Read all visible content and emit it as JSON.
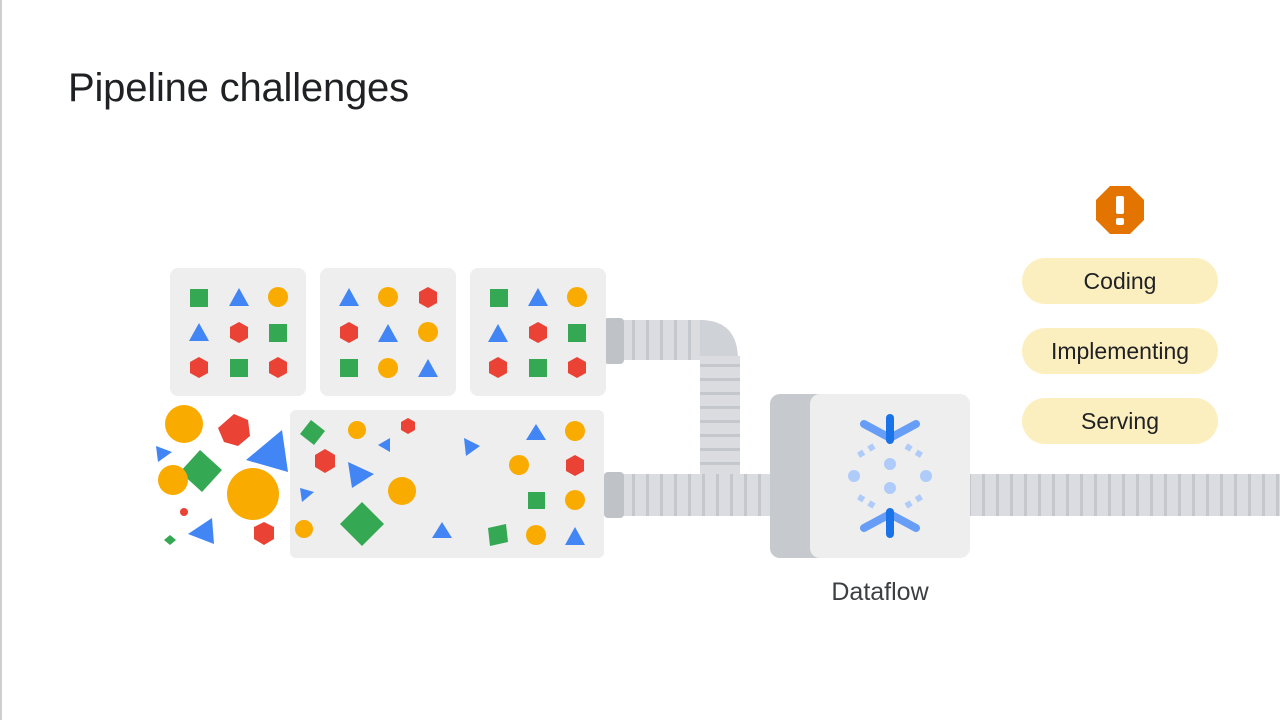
{
  "slide": {
    "title": "Pipeline challenges",
    "service_label": "Dataflow",
    "warning_icon": "exclamation-octagon-icon",
    "service_icon": "dataflow-icon",
    "challenges": [
      {
        "label": "Coding"
      },
      {
        "label": "Implementing"
      },
      {
        "label": "Serving"
      }
    ]
  },
  "colors": {
    "green": "#34a853",
    "blue": "#4285f4",
    "yellow": "#f9ab00",
    "red": "#ea4335",
    "warning": "#e37400",
    "pill": "#fcefbf",
    "pipe": "#dadce0"
  }
}
